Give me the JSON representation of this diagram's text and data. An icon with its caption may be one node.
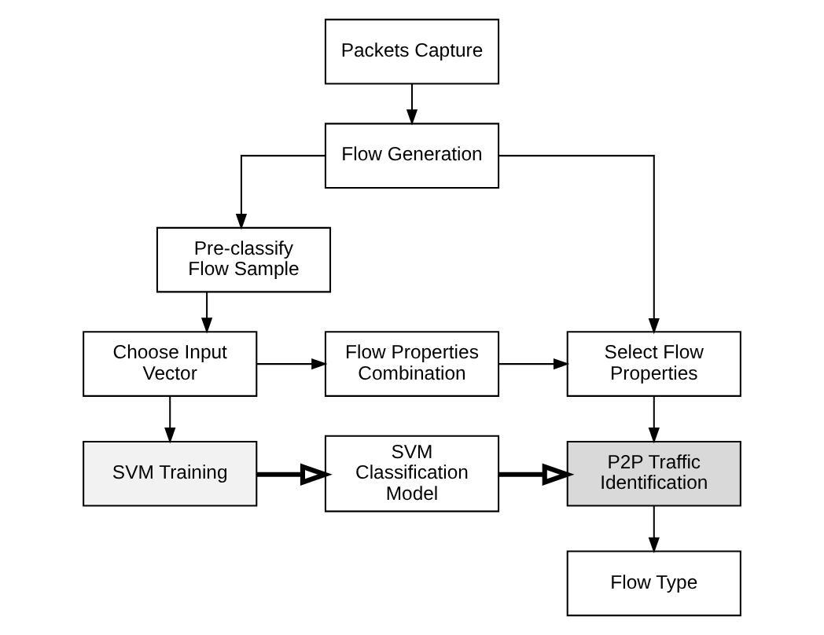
{
  "diagram": {
    "nodes": [
      {
        "text": [
          "Packets Capture"
        ]
      },
      {
        "text": [
          "Flow Generation"
        ]
      },
      {
        "text": [
          "Pre-classify Flow Sample"
        ]
      },
      {
        "text": [
          "Choose Input Vector"
        ]
      },
      {
        "text": [
          "Flow Properties Combination"
        ]
      },
      {
        "text": [
          "Select Flow Properties"
        ]
      },
      {
        "text": [
          "SVM Training"
        ]
      },
      {
        "text": [
          "SVM Classification Model"
        ]
      },
      {
        "text": [
          "P2P Traffic Identification"
        ]
      },
      {
        "text": [
          "Flow Type"
        ]
      }
    ],
    "edges": [
      {
        "from": 0,
        "to": 1,
        "arrow": "to"
      },
      {
        "from": 1,
        "to": 2,
        "arrow": "to"
      },
      {
        "from": 1,
        "to": 5,
        "arrow": "to"
      },
      {
        "from": 2,
        "to": 3,
        "arrow": "to"
      },
      {
        "from": 3,
        "to": 4,
        "arrow": "to"
      },
      {
        "from": 4,
        "to": 5,
        "arrow": "to"
      },
      {
        "from": 3,
        "to": 6,
        "arrow": "to"
      },
      {
        "from": 5,
        "to": 8,
        "arrow": "to"
      },
      {
        "from": 6,
        "to": 7,
        "arrow": "to",
        "style": "thick"
      },
      {
        "from": 7,
        "to": 8,
        "arrow": "to",
        "style": "thick"
      },
      {
        "from": 8,
        "to": 9,
        "arrow": "to"
      }
    ]
  }
}
